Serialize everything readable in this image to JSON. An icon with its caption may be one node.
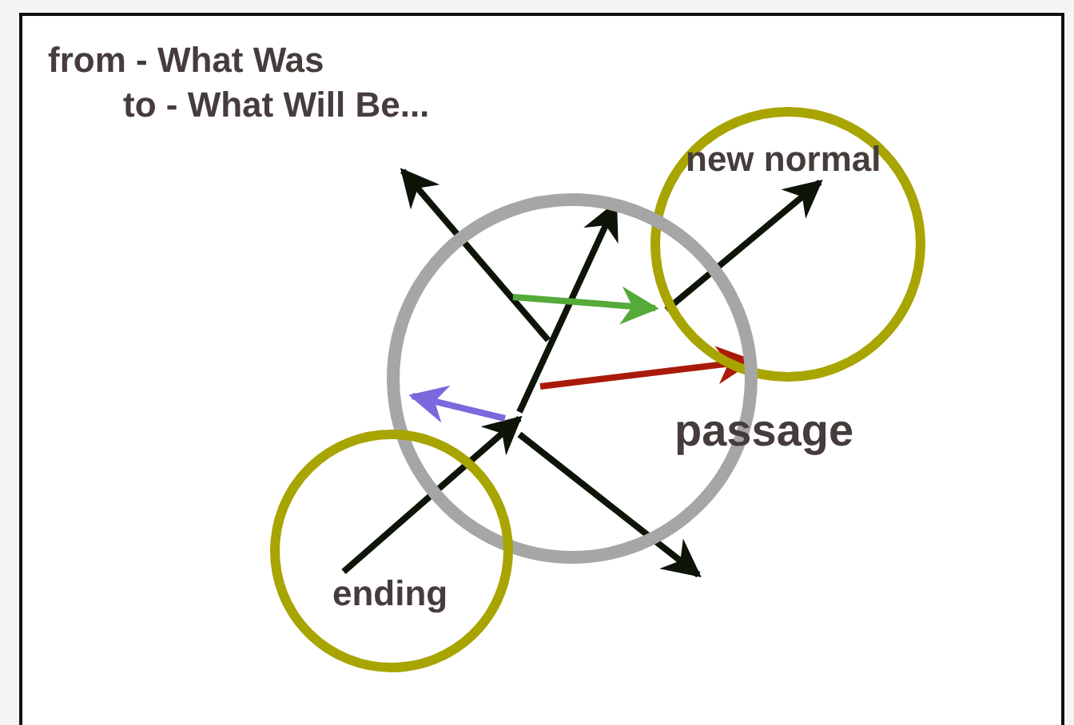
{
  "diagram": {
    "nodes": [
      {
        "text": [
          "new normal"
        ]
      },
      {
        "text": [
          "passage"
        ]
      },
      {
        "text": [
          "ending"
        ]
      }
    ],
    "edges": [
      {
        "from": 2,
        "to": 1,
        "arrow": "to"
      },
      {
        "from": null,
        "to": 1,
        "arrow": "to"
      },
      {
        "from": null,
        "to": 1,
        "arrow": "to"
      },
      {
        "from": null,
        "to": 1,
        "arrow": "to",
        "color": "#55aa3a"
      },
      {
        "from": 1,
        "to": 0,
        "arrow": "to"
      },
      {
        "from": null,
        "to": 1,
        "arrow": "to",
        "color": "#aa1a0a"
      },
      {
        "from": null,
        "to": 1,
        "arrow": "to",
        "color": "#7b68dd"
      },
      {
        "from": null,
        "to": 1,
        "arrow": "to"
      }
    ],
    "labels": [
      "from - What Was",
      "to - What Will Be..."
    ]
  }
}
